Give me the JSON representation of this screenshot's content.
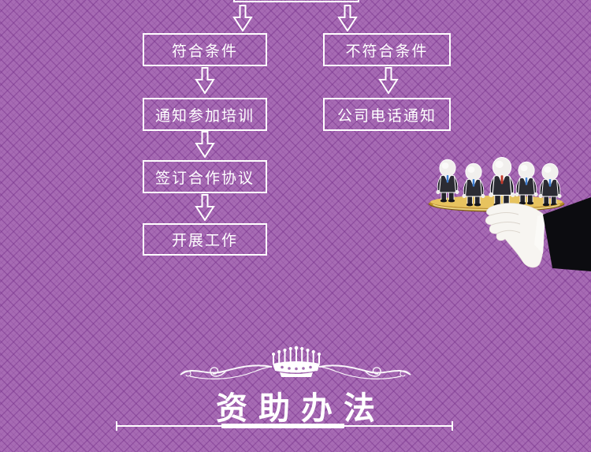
{
  "background": {
    "base_color": "#a76bb4",
    "pattern": "diamond-lattice",
    "pattern_line_color": "#7a358e"
  },
  "flowchart": {
    "box_border_color": "#ffffff",
    "text_color": "#ffffff",
    "top_box_label": "",
    "left_column": [
      {
        "label": "符合条件"
      },
      {
        "label": "通知参加培训"
      },
      {
        "label": "签订合作协议"
      },
      {
        "label": "开展工作"
      }
    ],
    "right_column": [
      {
        "label": "不符合条件"
      },
      {
        "label": "公司电话通知"
      }
    ]
  },
  "illustration": {
    "name": "butler-glove-hand-holding-gold-tray-with-five-businessman-figurines",
    "tray_color": "#c89a2e",
    "suit_color": "#2b2b33",
    "tie_colors": [
      "#3f7fd4",
      "#3f7fd4",
      "#c0392b",
      "#3f7fd4",
      "#3f7fd4"
    ],
    "glove_color": "#f7f5f1",
    "sleeve_color": "#0c0c10"
  },
  "section": {
    "title": "资助办法",
    "title_color": "#ffffff",
    "icons": {
      "crown": "crown-icon",
      "flourish_left": "flourish-ornament-left",
      "flourish_right": "flourish-ornament-right",
      "down_arrow": "down-arrow-icon"
    }
  }
}
